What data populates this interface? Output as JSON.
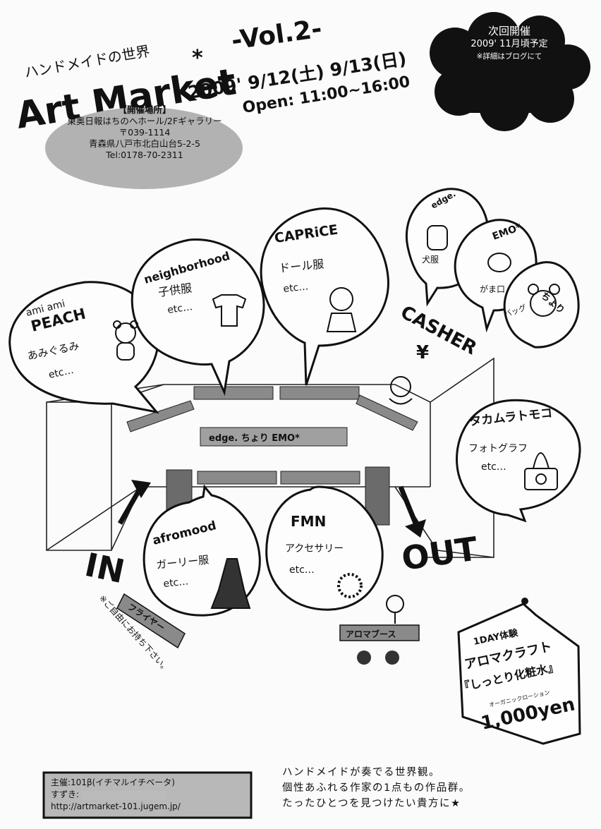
{
  "header": {
    "subtitle": "ハンドメイドの世界",
    "title": "Art Market",
    "star": "*",
    "vol": "-Vol.2-",
    "dates": "2009' 9/12(土) 9/13(日)",
    "open": "Open: 11:00~16:00"
  },
  "venue": {
    "heading": "【開催場所】",
    "name": "東奥日報はちのへホール/2Fギャラリー",
    "postal": "〒039-1114",
    "address": "青森県八戸市北白山台5-2-5",
    "tel": "Tel:0178-70-2311"
  },
  "next_event": {
    "line1": "次回開催",
    "line2": "2009' 11月頃予定",
    "line3": "※詳細はブログにて"
  },
  "booths": {
    "peach": {
      "name_top": "ami ami",
      "name": "PEACH",
      "item": "あみぐるみ",
      "etc": "etc…"
    },
    "neighborhood": {
      "name": "neighborhood",
      "item": "子供服",
      "etc": "etc…"
    },
    "caprice": {
      "name": "CAPRiCE",
      "item": "ドール服",
      "etc": "etc…"
    },
    "edge": {
      "name": "edge.",
      "item": "犬服"
    },
    "emo": {
      "name": "EMO*",
      "item": "がま口"
    },
    "chori": {
      "name": "ちょり",
      "item": "バッグ"
    },
    "takamura": {
      "name": "タカムラトモコ",
      "item": "フォトグラフ",
      "etc": "etc…"
    },
    "afromood": {
      "name": "afromood",
      "item": "ガーリー服",
      "etc": "etc…"
    },
    "fmn": {
      "name": "FMN",
      "item": "アクセサリー",
      "etc": "etc…"
    }
  },
  "floor": {
    "casher": "CASHER",
    "yen": "¥",
    "center_booth": "edge. ちょり EMO*",
    "in": "IN",
    "out": "OUT",
    "flyer": "フライヤー",
    "flyer_note": "※ご自由にお持ち下さい。",
    "aroma_booth": "アロマブース"
  },
  "workshop": {
    "line1": "1DAY体験",
    "line2": "アロマクラフト",
    "line3": "『しっとり化粧水』",
    "line4": "オーガニックローション",
    "price": "1,000yen"
  },
  "organizer": {
    "host": "主催:101β(イチマルイチベータ)",
    "contact": "すずき:",
    "url": "http://artmarket-101.jugem.jp/"
  },
  "copy": {
    "line1": "ハンドメイドが奏でる世界観。",
    "line2": "個性あふれる作家の1点もの作品群。",
    "line3": "たったひとつを見つけたい貴方に★"
  }
}
